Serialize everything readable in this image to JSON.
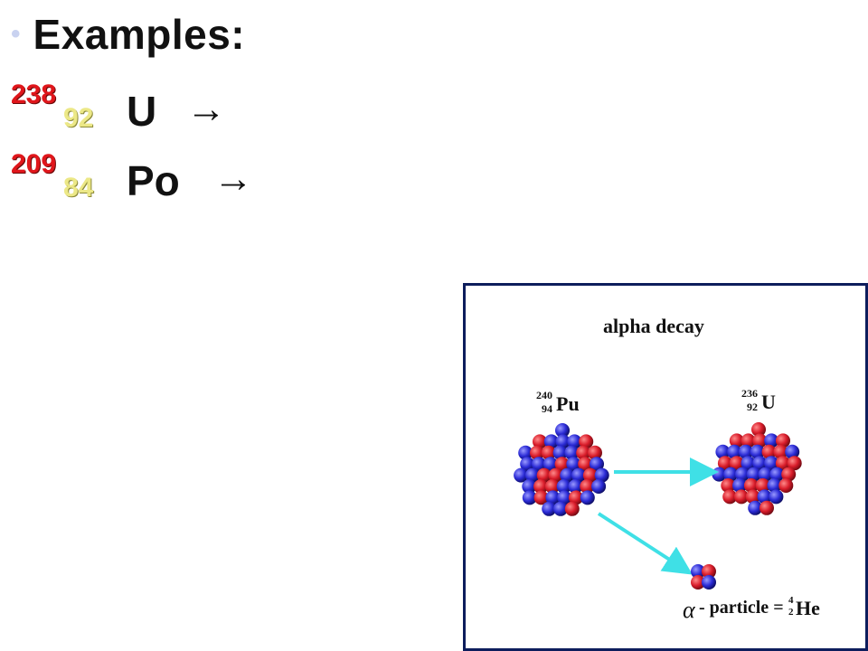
{
  "slide": {
    "bullet": "•",
    "title": "Examples:"
  },
  "rows": [
    {
      "mass": "238",
      "atomic": "92",
      "symbol": "U",
      "arrow": "→"
    },
    {
      "mass": "209",
      "atomic": "84",
      "symbol": "Po",
      "arrow": "→"
    }
  ],
  "figure": {
    "title": "alpha decay",
    "parent": {
      "mass": "240",
      "atomic": "94",
      "symbol": "Pu"
    },
    "daughter": {
      "mass": "236",
      "atomic": "92",
      "symbol": "U"
    },
    "particle": {
      "greek": "α",
      "label": "- particle =",
      "mass": "4",
      "atomic": "2",
      "symbol": "He"
    }
  },
  "colors": {
    "proton": "#d91c2a",
    "neutron": "#2b2bd6",
    "arrow": "#3fe0e6",
    "frame": "#0d1d5c",
    "mass_number": "#e0161b",
    "atomic_number": "#ece887"
  }
}
